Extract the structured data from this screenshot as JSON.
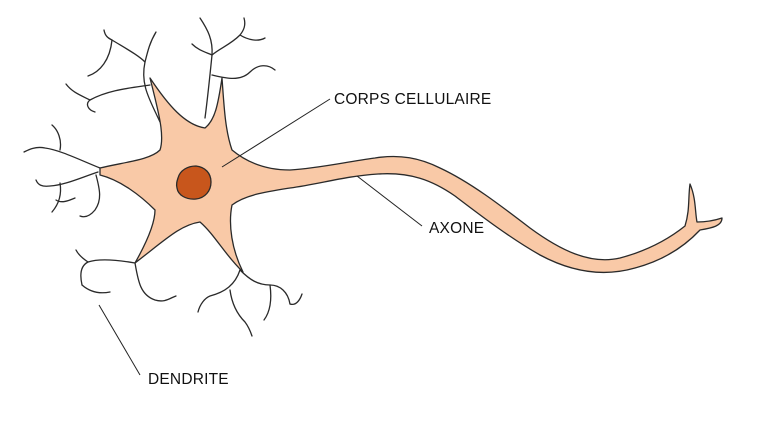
{
  "labels": {
    "cell_body": "CORPS CELLULAIRE",
    "axon": "AXONE",
    "dendrite": "DENDRITE"
  },
  "colors": {
    "cell_fill": "#f9c9a7",
    "nucleus_fill": "#c8561c",
    "outline": "#2a2a2a",
    "background": "#ffffff"
  }
}
